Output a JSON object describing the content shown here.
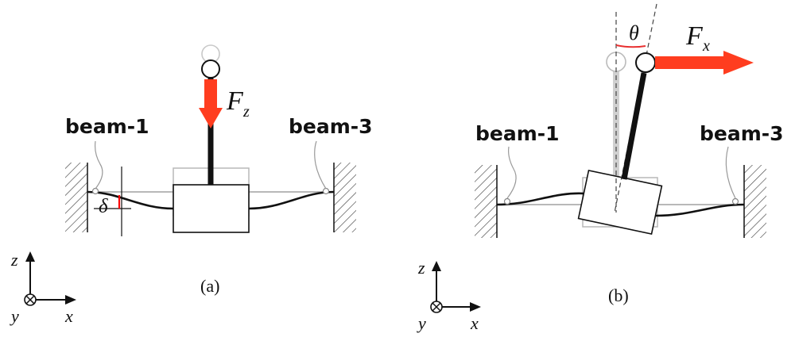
{
  "panel_a": {
    "force_label": "F",
    "force_subscript": "z",
    "beam_left_label": "beam-1",
    "beam_right_label": "beam-3",
    "deflection_label": "δ",
    "caption": "(a)"
  },
  "panel_b": {
    "angle_label": "θ",
    "force_label": "F",
    "force_subscript": "x",
    "beam_left_label": "beam-1",
    "beam_right_label": "beam-3",
    "caption": "(b)"
  },
  "axes_a": {
    "z_label": "z",
    "y_label": "y",
    "x_label": "x"
  },
  "axes_b": {
    "z_label": "z",
    "y_label": "y",
    "x_label": "x"
  },
  "colors": {
    "force_arrow": "#ff3d1f",
    "deflection_marker": "#ff0000",
    "angle_arc": "#e83030",
    "line": "#111111",
    "ghost": "#b8b8b8"
  }
}
